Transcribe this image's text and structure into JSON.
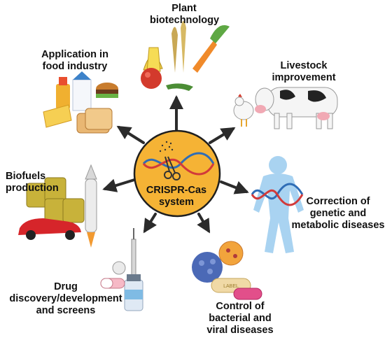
{
  "center": {
    "label": "CRISPR-Cas\nsystem"
  },
  "applications": [
    {
      "id": "plant",
      "label": "Plant\nbiotechnology"
    },
    {
      "id": "food",
      "label": "Application in\nfood industry"
    },
    {
      "id": "livestock",
      "label": "Livestock\nimprovement"
    },
    {
      "id": "biofuels",
      "label": "Biofuels\nproduction"
    },
    {
      "id": "genetic",
      "label": "Correction of\ngenetic and\nmetabolic diseases"
    },
    {
      "id": "drug",
      "label": "Drug\ndiscovery/development\nand screens"
    },
    {
      "id": "infection",
      "label": "Control of\nbacterial and\nviral diseases"
    }
  ],
  "icon_labels": {
    "capsule": "LABEL"
  },
  "colors": {
    "center_fill": "#F5B335",
    "center_stroke": "#1f1f1f",
    "arrow": "#2b2b2b",
    "dna_blue": "#2f6db6",
    "dna_red": "#d23a3a",
    "body_blue": "#a9d3f1"
  }
}
